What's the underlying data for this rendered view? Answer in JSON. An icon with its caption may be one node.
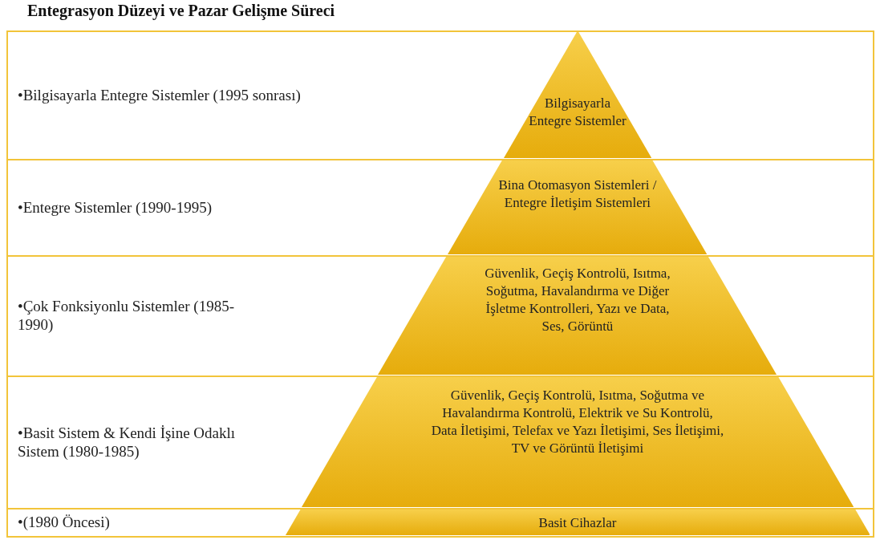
{
  "diagram": {
    "title": "Entegrasyon Düzeyi ve Pazar Gelişme Süreci",
    "nodes": [
      {
        "text": [
          "•Bilgisayarla Entegre Sistemler (1995 sonrası)"
        ]
      },
      {
        "text": [
          "Bilgisayarla Entegre Sistemler"
        ],
        "in": 0
      },
      {
        "text": [
          "•Entegre Sistemler (1990-1995)"
        ]
      },
      {
        "text": [
          "Bina Otomasyon Sistemleri / Entegre İletişim Sistemleri"
        ],
        "in": 2
      },
      {
        "text": [
          "•Çok Fonksiyonlu Sistemler (1985-1990)"
        ]
      },
      {
        "text": [
          "Güvenlik, Geçiş Kontrolü, Isıtma, Soğutma, Havalandırma ve Diğer İşletme Kontrolleri, Yazı ve Data, Ses, Görüntü"
        ],
        "in": 4
      },
      {
        "text": [
          "•Basit Sistem & Kendi İşine Odaklı Sistem (1980-1985)"
        ]
      },
      {
        "text": [
          "Güvenlik, Geçiş Kontrolü, Isıtma, Soğutma ve Havalandırma Kontrolü, Elektrik ve Su Kontrolü, Data İletişimi, Telefax ve Yazı İletişimi, Ses İletişimi, TV ve Görüntü İletişimi"
        ],
        "in": 6
      },
      {
        "text": [
          "•(1980 Öncesi)"
        ]
      },
      {
        "text": [
          "Basit Cihazlar"
        ],
        "in": 8
      }
    ]
  }
}
